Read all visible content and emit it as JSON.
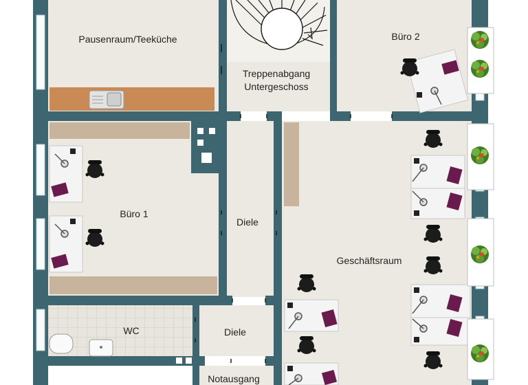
{
  "rooms": {
    "pausenraum": "Pausenraum/Teeküche",
    "buero2": "Büro 2",
    "treppe_line1": "Treppenabgang",
    "treppe_line2": "Untergeschoss",
    "buero1": "Büro 1",
    "diele_upper": "Diele",
    "geschaeftsraum": "Geschäftsraum",
    "wc": "WC",
    "diele_lower": "Diele",
    "notausgang": "Notausgang"
  },
  "colors": {
    "wall": "#3d6670",
    "floor": "#ece9e3",
    "counter": "#c98a55",
    "shelf": "#c8b39c",
    "desk": "#f4f4f4",
    "chair": "#1a1a1a",
    "accent_item": "#6a1b4d",
    "tile": "#e4e0d8",
    "plant": "#4f8f2f"
  },
  "icons": [
    "chair-icon",
    "desk-icon",
    "phone-icon",
    "monitor-icon",
    "plant-icon",
    "sink-icon",
    "toilet-icon",
    "staircase-icon",
    "door-icon"
  ]
}
